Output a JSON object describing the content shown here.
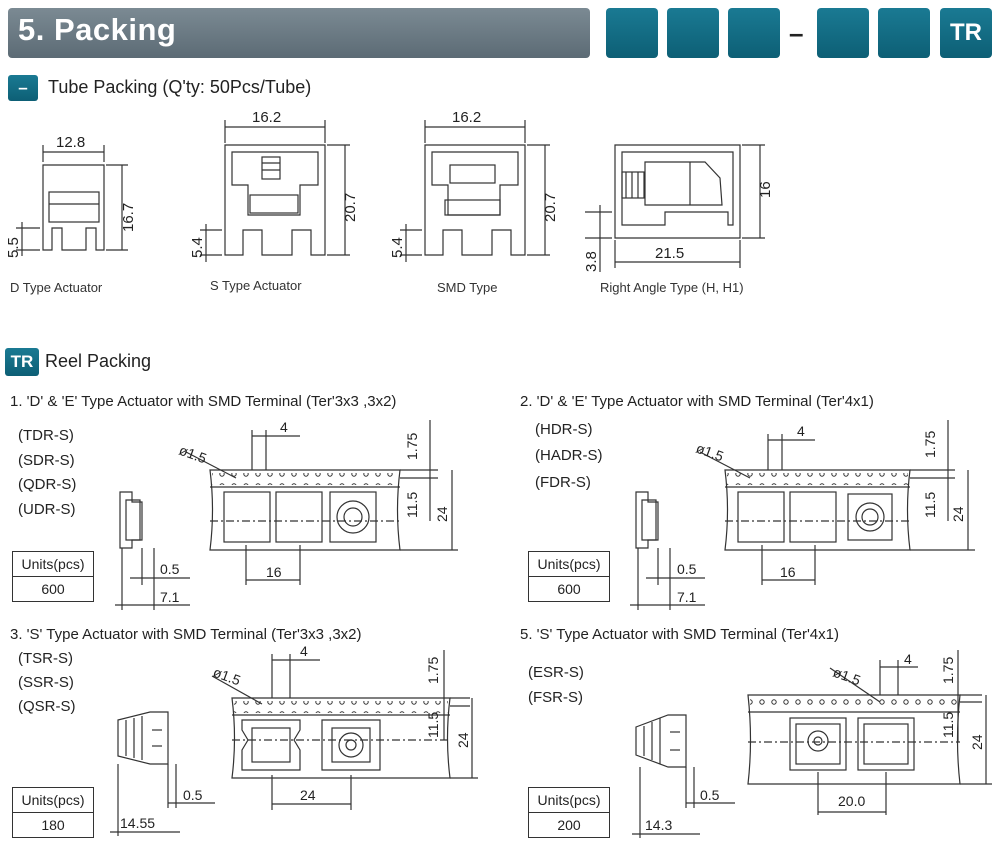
{
  "header": {
    "title": "5. Packing",
    "code_suffix": "TR",
    "dash": "–"
  },
  "tube": {
    "icon": "–",
    "title": "Tube Packing (Q'ty: 50Pcs/Tube)",
    "items": [
      {
        "label": "D Type Actuator",
        "width": "12.8",
        "height": "16.7",
        "foot": "5.5"
      },
      {
        "label": "S Type Actuator",
        "width": "16.2",
        "height": "20.7",
        "foot": "5.4"
      },
      {
        "label": "SMD Type",
        "width": "16.2",
        "height": "20.7",
        "foot": "5.4"
      },
      {
        "label": "Right Angle Type (H, H1)",
        "width": "21.5",
        "height": "16",
        "foot": "3.8"
      }
    ]
  },
  "reel": {
    "icon": "TR",
    "title": "Reel Packing",
    "sections": [
      {
        "heading": "1. 'D' & 'E' Type Actuator with SMD Terminal  (Ter'3x3 ,3x2)",
        "models": [
          "(TDR-S)",
          "(SDR-S)",
          "(QDR-S)",
          "(UDR-S)"
        ],
        "units_label": "Units(pcs)",
        "units_value": "600",
        "dims": {
          "hole": "ø1.5",
          "pitch_top": "4",
          "top": "1.75",
          "mid": "11.5",
          "width": "24",
          "pitch": "16",
          "a": "0.5",
          "b": "7.1"
        }
      },
      {
        "heading": "2. 'D' & 'E' Type Actuator with SMD Terminal (Ter'4x1)",
        "models": [
          "(HDR-S)",
          "(HADR-S)",
          "(FDR-S)"
        ],
        "units_label": "Units(pcs)",
        "units_value": "600",
        "dims": {
          "hole": "ø1.5",
          "pitch_top": "4",
          "top": "1.75",
          "mid": "11.5",
          "width": "24",
          "pitch": "16",
          "a": "0.5",
          "b": "7.1"
        }
      },
      {
        "heading": "3. 'S' Type Actuator with SMD Terminal (Ter'3x3 ,3x2)",
        "models": [
          "(TSR-S)",
          "(SSR-S)",
          "(QSR-S)"
        ],
        "units_label": "Units(pcs)",
        "units_value": "180",
        "dims": {
          "hole": "ø1.5",
          "pitch_top": "4",
          "top": "1.75",
          "mid": "11.5",
          "width": "24",
          "pitch": "24",
          "a": "0.5",
          "b": "14.55"
        }
      },
      {
        "heading": "5. 'S' Type Actuator with SMD Terminal (Ter'4x1)",
        "models": [
          "(ESR-S)",
          "(FSR-S)"
        ],
        "units_label": "Units(pcs)",
        "units_value": "200",
        "dims": {
          "hole": "ø1.5",
          "pitch_top": "4",
          "top": "1.75",
          "mid": "11.5",
          "width": "24",
          "pitch": "20.0",
          "a": "0.5",
          "b": "14.3"
        }
      }
    ]
  }
}
